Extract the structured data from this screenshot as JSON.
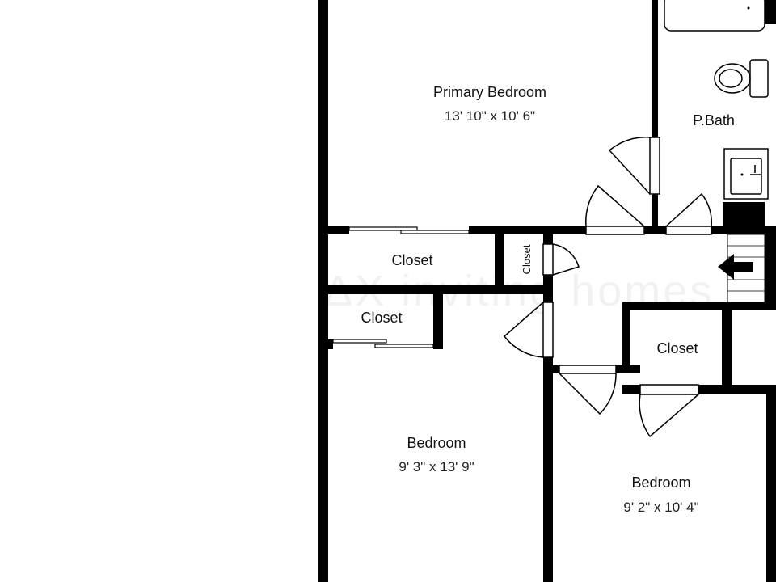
{
  "rooms": {
    "primary_bedroom": {
      "name": "Primary Bedroom",
      "dims": "13' 10\" x 10' 6\""
    },
    "p_bath": {
      "name": "P.Bath"
    },
    "closet_upper": {
      "name": "Closet"
    },
    "closet_small": {
      "name": "Closet"
    },
    "closet_lower": {
      "name": "Closet"
    },
    "closet_right": {
      "name": "Closet"
    },
    "bedroom_left": {
      "name": "Bedroom",
      "dims": "9' 3\" x 13' 9\""
    },
    "bedroom_right": {
      "name": "Bedroom",
      "dims": "9' 2\" x 10' 4\""
    }
  },
  "icons": {
    "stairs_arrow": "arrow-left-icon"
  },
  "colors": {
    "wall": "#000000",
    "background": "#ffffff"
  }
}
